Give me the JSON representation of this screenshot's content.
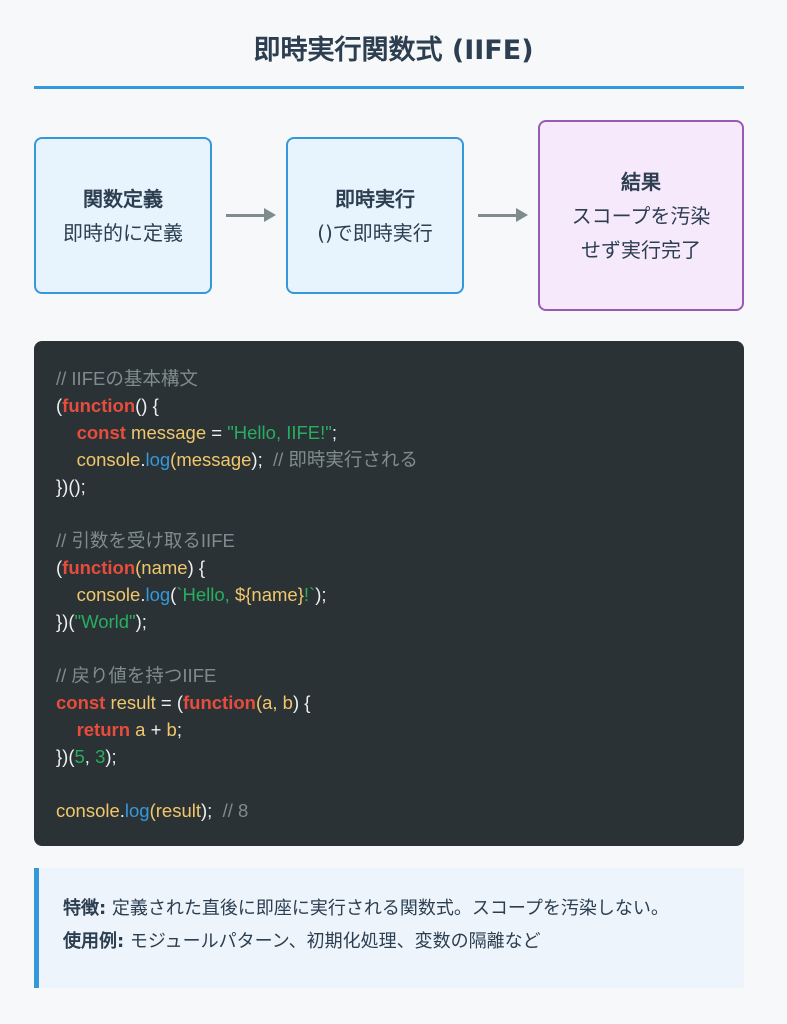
{
  "title": "即時実行関数式 (IIFE)",
  "flow": [
    {
      "heading": "関数定義",
      "text": "即時的に定義"
    },
    {
      "heading": "即時実行",
      "text": "()で即時実行"
    },
    {
      "heading": "結果",
      "text": "スコープを汚染せず実行完了"
    }
  ],
  "code": [
    [
      [
        "cm",
        "// IIFEの基本構文"
      ]
    ],
    [
      [
        "pl",
        "("
      ],
      [
        "kw",
        "function"
      ],
      [
        "pl",
        "() {"
      ]
    ],
    [
      [
        "pl",
        "    "
      ],
      [
        "kw",
        "const"
      ],
      [
        "var",
        " message"
      ],
      [
        "pl",
        " = "
      ],
      [
        "str",
        "\"Hello, IIFE!\""
      ],
      [
        "pl",
        ";"
      ]
    ],
    [
      [
        "pl",
        "    "
      ],
      [
        "var",
        "console"
      ],
      [
        "pl",
        "."
      ],
      [
        "fn",
        "log"
      ],
      [
        "var",
        "(message"
      ],
      [
        "pl",
        ");  "
      ],
      [
        "cm",
        "// 即時実行される"
      ]
    ],
    [
      [
        "pl",
        "})();"
      ]
    ],
    [],
    [
      [
        "cm",
        "// 引数を受け取るIIFE"
      ]
    ],
    [
      [
        "pl",
        "("
      ],
      [
        "kw",
        "function"
      ],
      [
        "var",
        "(name"
      ],
      [
        "pl",
        ") {"
      ]
    ],
    [
      [
        "pl",
        "    "
      ],
      [
        "var",
        "console"
      ],
      [
        "pl",
        "."
      ],
      [
        "fn",
        "log"
      ],
      [
        "pl",
        "("
      ],
      [
        "str",
        "`Hello, "
      ],
      [
        "var",
        "${name}"
      ],
      [
        "str",
        "!`"
      ],
      [
        "pl",
        ");"
      ]
    ],
    [
      [
        "pl",
        "})("
      ],
      [
        "str",
        "\"World\""
      ],
      [
        "pl",
        ");"
      ]
    ],
    [],
    [
      [
        "cm",
        "// 戻り値を持つIIFE"
      ]
    ],
    [
      [
        "kw",
        "const"
      ],
      [
        "var",
        " result"
      ],
      [
        "pl",
        " = ("
      ],
      [
        "kw",
        "function"
      ],
      [
        "var",
        "(a, b"
      ],
      [
        "pl",
        ") {"
      ]
    ],
    [
      [
        "pl",
        "    "
      ],
      [
        "kw",
        "return"
      ],
      [
        "var",
        " a"
      ],
      [
        "pl",
        " + "
      ],
      [
        "var",
        "b"
      ],
      [
        "pl",
        ";"
      ]
    ],
    [
      [
        "pl",
        "})("
      ],
      [
        "str",
        "5"
      ],
      [
        "pl",
        ", "
      ],
      [
        "str",
        "3"
      ],
      [
        "pl",
        ");"
      ]
    ],
    [],
    [
      [
        "var",
        "console"
      ],
      [
        "pl",
        "."
      ],
      [
        "fn",
        "log"
      ],
      [
        "var",
        "(result"
      ],
      [
        "pl",
        ");  "
      ],
      [
        "cm",
        "// 8"
      ]
    ]
  ],
  "note": {
    "feature_label": "特徴:",
    "feature_text": " 定義された直後に即座に実行される関数式。スコープを汚染しない。",
    "usage_label": "使用例:",
    "usage_text": " モジュールパターン、初期化処理、変数の隔離など"
  }
}
